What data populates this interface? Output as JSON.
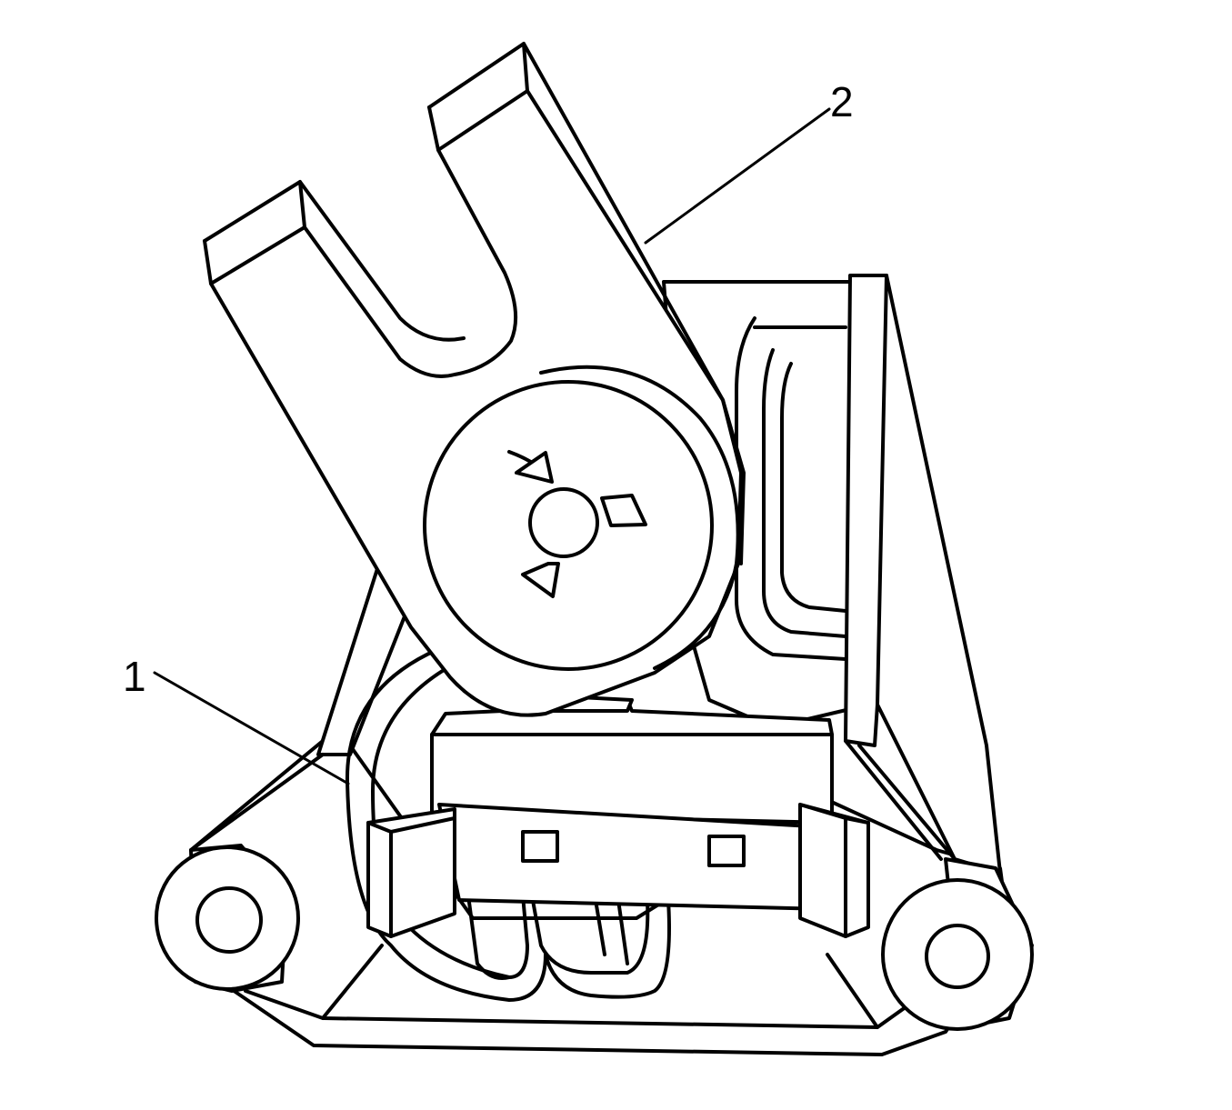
{
  "figure": {
    "callouts": [
      {
        "id": "1",
        "label": "1"
      },
      {
        "id": "2",
        "label": "2"
      }
    ]
  },
  "colors": {
    "line": "#000000",
    "fill": "#ffffff"
  }
}
